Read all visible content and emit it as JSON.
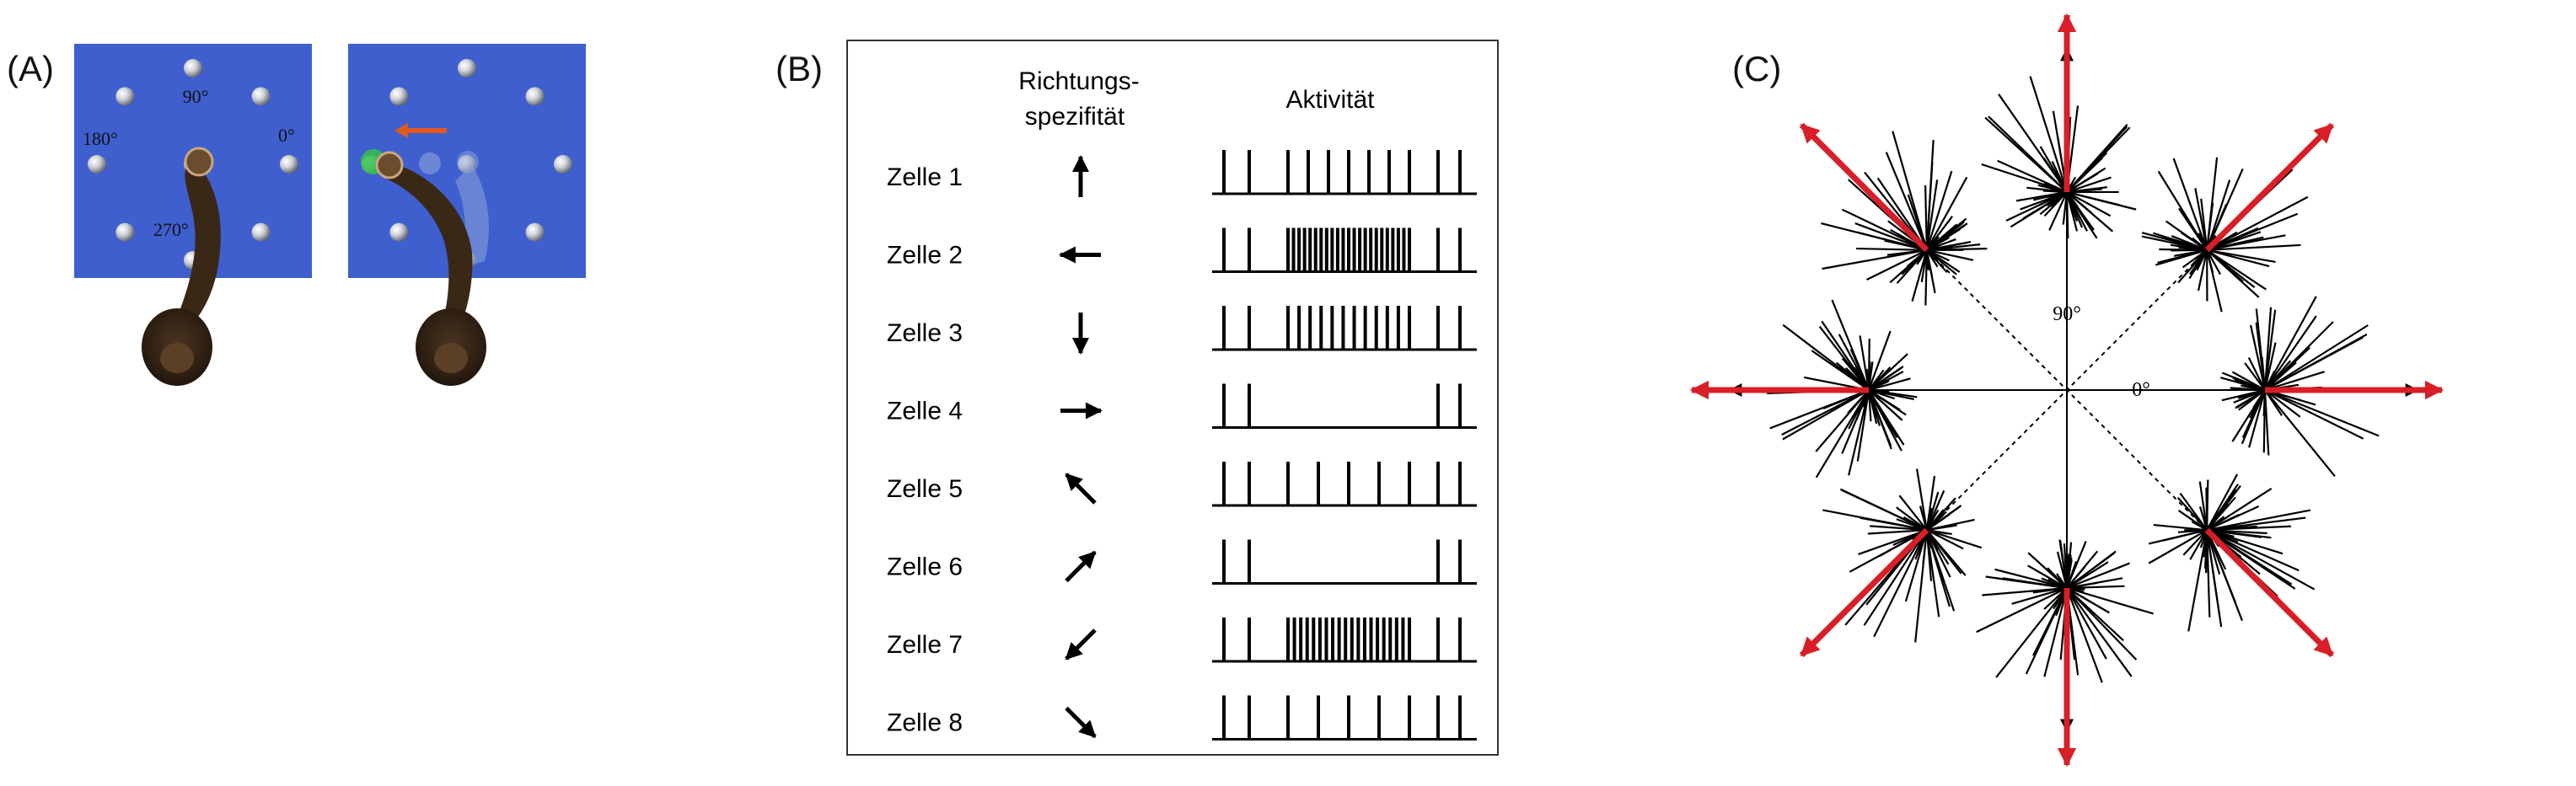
{
  "panels": {
    "a": {
      "label": "(A)",
      "angles": {
        "up": "90°",
        "left": "180°",
        "right": "0°",
        "down": "270°"
      },
      "colors": {
        "board": "#3f5fcf",
        "target_active": "#33c24a",
        "arrow": "#e05a1e"
      }
    },
    "b": {
      "label": "(B)",
      "header_direction": [
        "Richtungs-",
        "spezifität"
      ],
      "header_activity": "Aktivität",
      "cells": [
        {
          "name": "Zelle 1",
          "direction_deg": 90,
          "spike_count": 11
        },
        {
          "name": "Zelle 2",
          "direction_deg": 180,
          "spike_count": 27
        },
        {
          "name": "Zelle 3",
          "direction_deg": 270,
          "spike_count": 16
        },
        {
          "name": "Zelle 4",
          "direction_deg": 0,
          "spike_count": 4
        },
        {
          "name": "Zelle 5",
          "direction_deg": 135,
          "spike_count": 9
        },
        {
          "name": "Zelle 6",
          "direction_deg": 45,
          "spike_count": 4
        },
        {
          "name": "Zelle 7",
          "direction_deg": 225,
          "spike_count": 24
        },
        {
          "name": "Zelle 8",
          "direction_deg": 315,
          "spike_count": 9
        }
      ]
    },
    "c": {
      "label": "(C)",
      "angle_90": "90°",
      "angle_0": "0°",
      "clusters_deg": [
        0,
        45,
        90,
        135,
        180,
        225,
        270,
        315
      ],
      "colors": {
        "population_vector": "#d81e26"
      }
    }
  }
}
